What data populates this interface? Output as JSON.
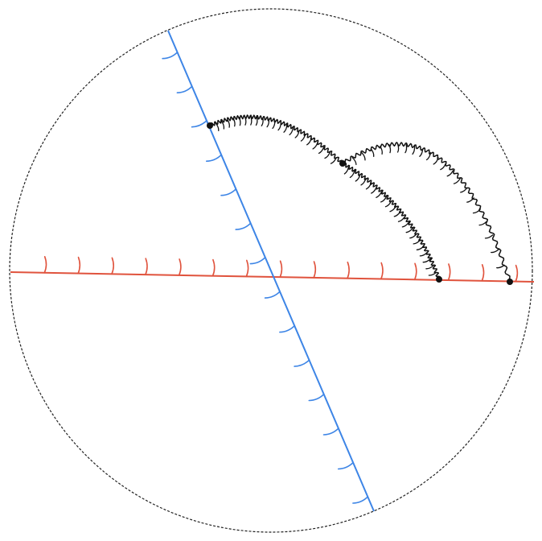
{
  "diagram": {
    "type": "line-diagram",
    "boundary": {
      "shape": "circle",
      "style": "dashed",
      "color": "#222222"
    },
    "lines": [
      {
        "id": "red-line",
        "color": "#e0533d",
        "tick_count": 15,
        "tick_side": "above"
      },
      {
        "id": "blue-line",
        "color": "#3d85e6",
        "tick_count": 14,
        "tick_side": "left"
      }
    ],
    "points": [
      {
        "id": "point-a",
        "on": "blue-line",
        "color": "#111111"
      },
      {
        "id": "point-b",
        "on": "free",
        "color": "#111111"
      },
      {
        "id": "point-c",
        "on": "red-line",
        "color": "#111111"
      },
      {
        "id": "point-d",
        "on": "red-line",
        "color": "#111111"
      }
    ],
    "arcs": [
      {
        "id": "arc-a-b",
        "from": "point-a",
        "to": "point-b",
        "style": "wavy-hatched",
        "color": "#111111"
      },
      {
        "id": "arc-b-c",
        "from": "point-b",
        "to": "point-c",
        "style": "wavy-hatched",
        "color": "#111111"
      },
      {
        "id": "arc-b-d",
        "from": "point-b",
        "to": "point-d",
        "style": "wavy-hatched",
        "color": "#111111"
      }
    ]
  }
}
